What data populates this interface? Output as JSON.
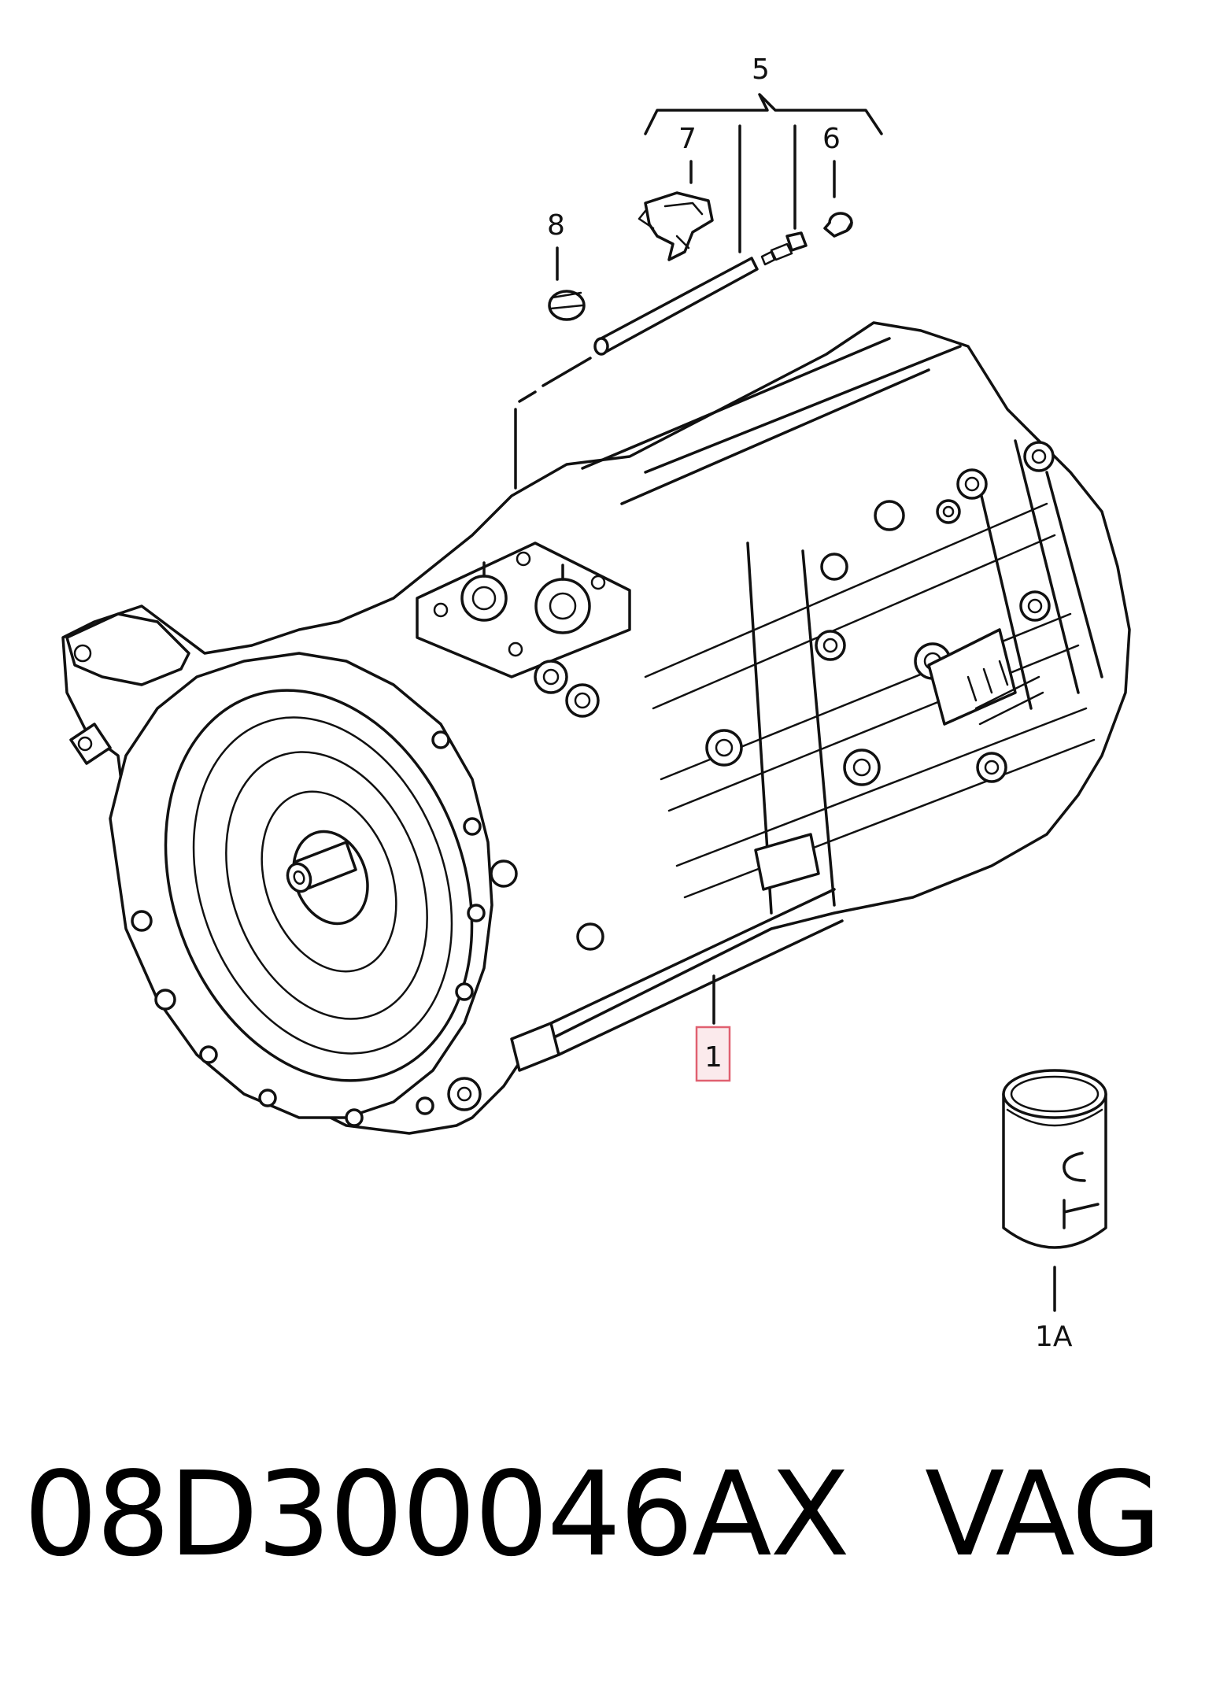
{
  "callouts": {
    "c1": "1",
    "c1a": "1A",
    "c5": "5",
    "c6": "6",
    "c7": "7",
    "c8": "8"
  },
  "footer": {
    "part_number": "08D300046AX",
    "brand": "VAG"
  },
  "colors": {
    "highlight_border": "#e06070",
    "highlight_fill": "#fbeaec",
    "ink": "#111111"
  }
}
